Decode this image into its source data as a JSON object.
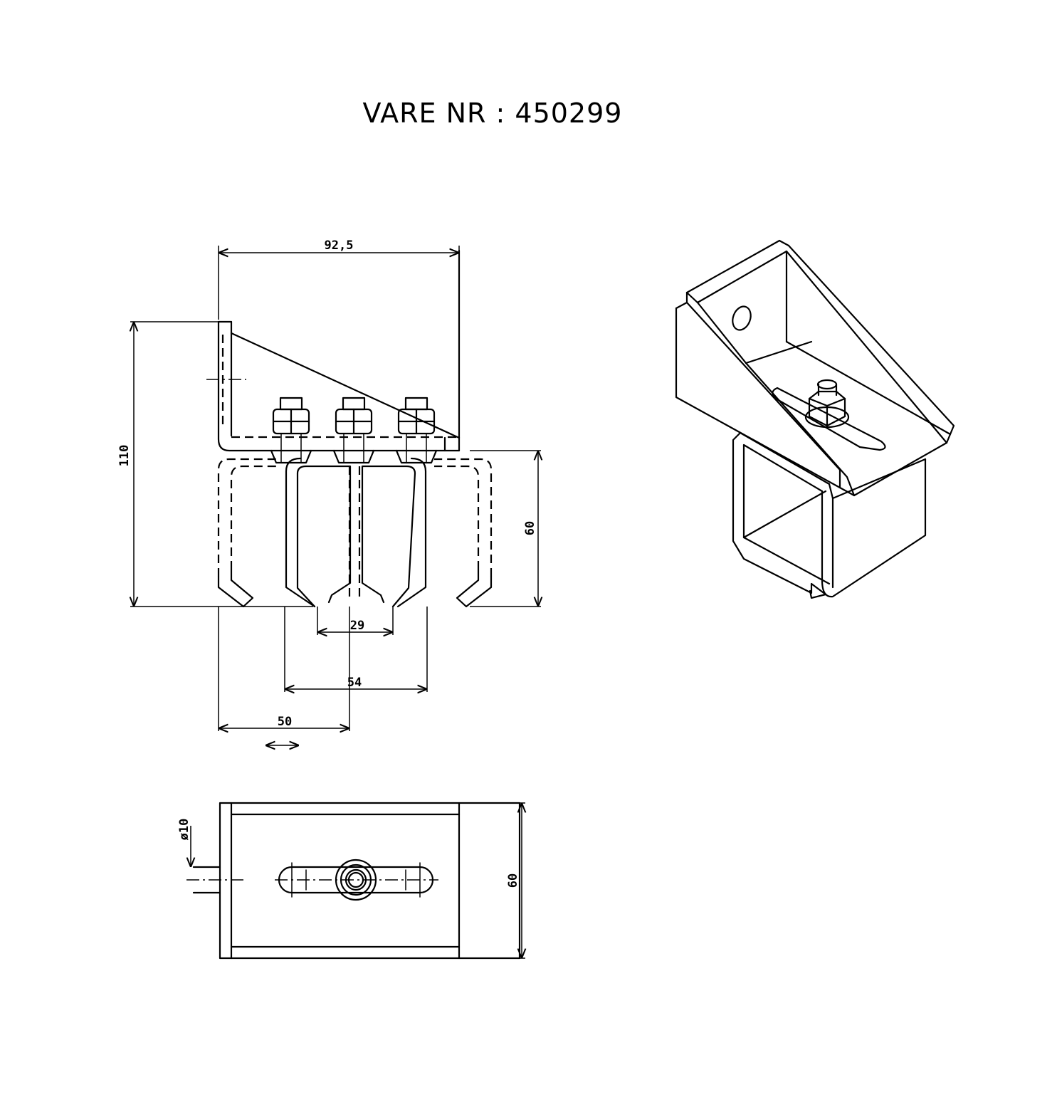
{
  "title": "VARE NR : 450299",
  "front_view": {
    "dim_width": "92,5",
    "dim_height": "110",
    "dim_rail_height": "60",
    "dim_gap": "29",
    "dim_rail_width": "54",
    "dim_adjust": "50",
    "adjust_arrow": "⟷"
  },
  "top_view": {
    "dim_hole": "ø10",
    "dim_depth": "60"
  }
}
